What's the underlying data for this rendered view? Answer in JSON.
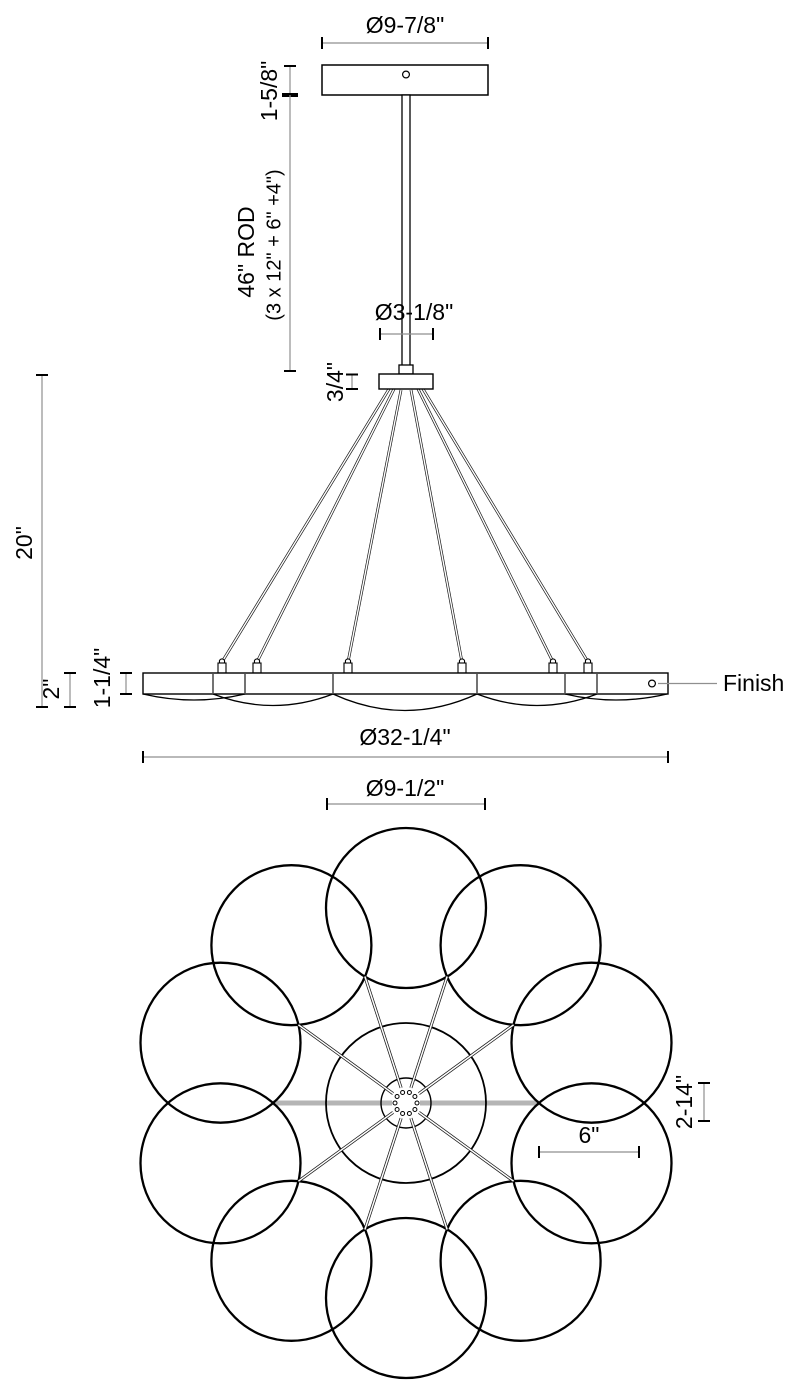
{
  "diagram": {
    "side_view": {
      "canopy_diameter": "Ø9-7/8\"",
      "canopy_height": "1-5/8\"",
      "rod_length_line1": "46\" ROD",
      "rod_length_line2": "(3 x 12\" + 6\" +4\")",
      "hub_diameter": "Ø3-1/8\"",
      "hub_height": "3/4\"",
      "suspension_height": "20\"",
      "ring_total_height": "2\"",
      "ring_face_height": "1-1/4\"",
      "finish_label": "Finish",
      "fixture_diameter": "Ø32-1/4\""
    },
    "bottom_view": {
      "center_shade_diameter": "Ø9-1/2\"",
      "shade_dimension": "6\"",
      "overlap_dimension": "2-14\""
    },
    "colors": {
      "outline": "#000000",
      "dimension_line": "#8f8f8f",
      "cable_highlight": "#b5b5b5",
      "background": "#ffffff"
    }
  }
}
